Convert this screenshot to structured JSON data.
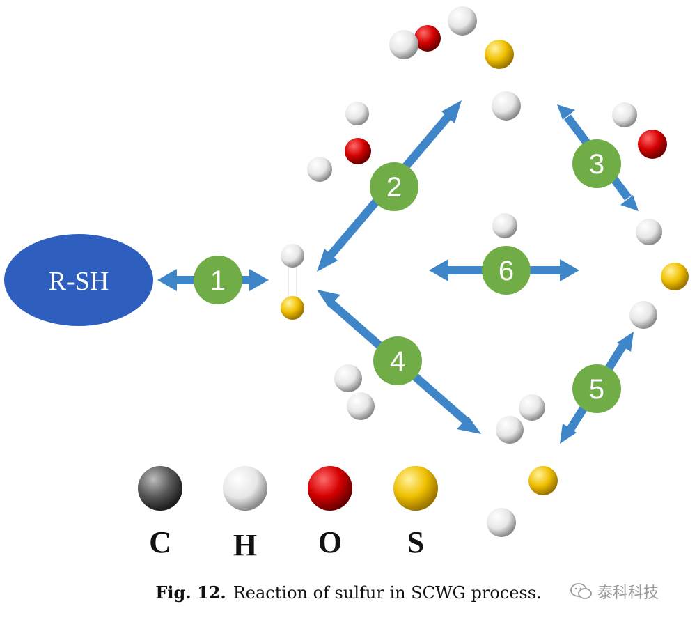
{
  "reactant": {
    "label": "R-SH"
  },
  "steps": [
    "1",
    "2",
    "3",
    "4",
    "5",
    "6"
  ],
  "legend": [
    {
      "element": "C",
      "color": "#555555"
    },
    {
      "element": "H",
      "color": "#e8e8e8"
    },
    {
      "element": "O",
      "color": "#d40000"
    },
    {
      "element": "S",
      "color": "#f0c000"
    }
  ],
  "caption": {
    "fig": "Fig. 12.",
    "text": "Reaction of sulfur in SCWG process."
  },
  "watermark": {
    "text": "泰科科技",
    "icon": "wechat-icon"
  },
  "colors": {
    "arrow": "#3f86c9",
    "step_circle": "#70ad47",
    "reactant_ellipse": "#2e5fbf",
    "bond": "#ffffff"
  }
}
